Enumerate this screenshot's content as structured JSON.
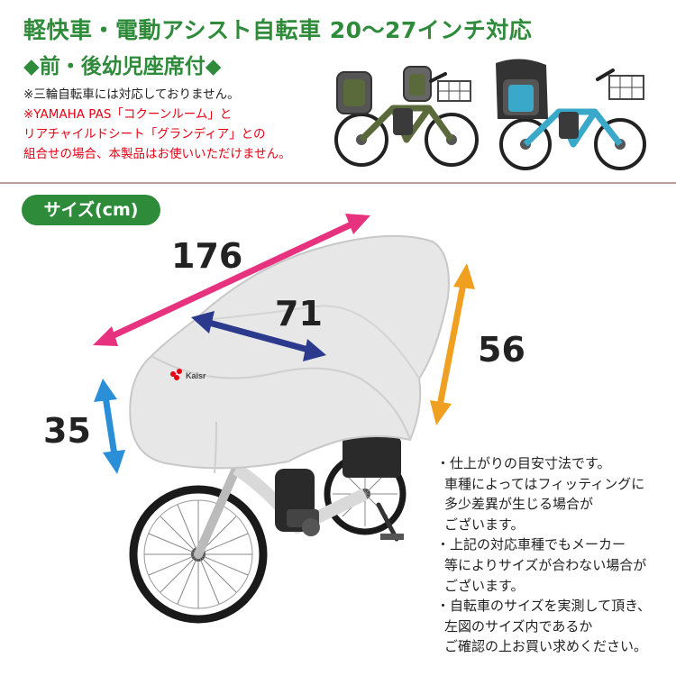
{
  "header": {
    "title": "軽快車・電動アシスト自転車 20〜27インチ対応",
    "subtitle": "◆前・後幼児座席付◆"
  },
  "notes_top": {
    "line1": "※三輪自転車には対応しておりません。",
    "line2": "※YAMAHA PAS「コクーンルーム」と",
    "line3": "リアチャイルドシート「グランディア」との",
    "line4": "組合せの場合、本製品はお使いいただけません。"
  },
  "size_section": {
    "badge": "サイズ(cm)"
  },
  "dimensions": {
    "length": "176",
    "top_width": "71",
    "rear_height": "56",
    "front_height": "35"
  },
  "brand": {
    "logo_text": "Kaisr"
  },
  "notes_right": {
    "l1": "・仕上がりの目安寸法です。",
    "l2": "車種によってはフィッティングに",
    "l3": "多少差異が生じる場合が",
    "l4": "ございます。",
    "l5": "・上記の対応車種でもメーカー",
    "l6": "等によりサイズが合わない場合が",
    "l7": "ございます。",
    "l8": "・自転車のサイズを実測して頂き、",
    "l9": "左図のサイズ内であるか",
    "l10": "ご確認の上お買い求めください。"
  },
  "colors": {
    "green": "#2e8b3a",
    "red": "#e60012",
    "pink_arrow": "#e6327f",
    "navy_arrow": "#2b3a8c",
    "orange_arrow": "#f0a020",
    "blue_arrow": "#2a8fd6",
    "olive_bike": "#5a6a3a",
    "teal_bike": "#3aa8c8"
  }
}
